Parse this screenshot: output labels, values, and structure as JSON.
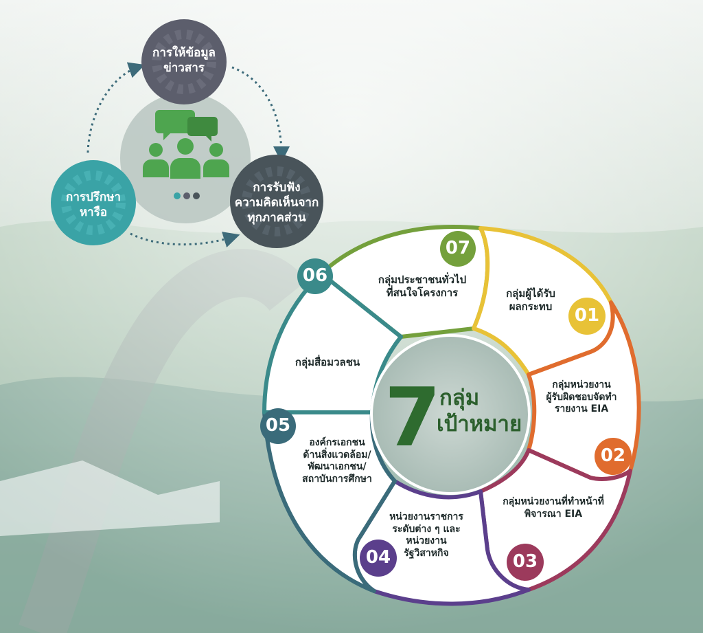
{
  "engagement_cycle": [
    {
      "id": "info",
      "label": "การให้ข้อมูล\nข่าวสาร",
      "color": "#5c5e6c"
    },
    {
      "id": "listen",
      "label": "การรับฟัง\nความคิดเห็นจาก\nทุกภาคส่วน",
      "color": "#49545a"
    },
    {
      "id": "consult",
      "label": "การปรึกษา\nหารือ",
      "color": "#3aa3a6"
    }
  ],
  "center": {
    "number": "7",
    "line1": "กลุ่ม",
    "line2": "เป้าหมาย"
  },
  "groups": [
    {
      "num": "01",
      "label": "กลุ่มผู้ได้รับ\nผลกระทบ",
      "color": "#e8c237"
    },
    {
      "num": "02",
      "label": "กลุ่มหน่วยงาน\nผู้รับผิดชอบจัดทำ\nรายงาน EIA",
      "color": "#e06c2e"
    },
    {
      "num": "03",
      "label": "กลุ่มหน่วยงานที่ทำหน้าที่\nพิจารณา EIA",
      "color": "#9c3a5c"
    },
    {
      "num": "04",
      "label": "หน่วยงานราชการ\nระดับต่าง ๆ และ\nหน่วยงาน\nรัฐวิสาหกิจ",
      "color": "#5b3f8c"
    },
    {
      "num": "05",
      "label": "องค์กรเอกชน\nด้านสิ่งแวดล้อม/\nพัฒนาเอกชน/\nสถาบันการศึกษา",
      "color": "#3a6b7a"
    },
    {
      "num": "06",
      "label": "กลุ่มสื่อมวลชน",
      "color": "#3a8a8a"
    },
    {
      "num": "07",
      "label": "กลุ่มประชาชนทั่วไป\nที่สนใจโครงการ",
      "color": "#74a03c"
    }
  ]
}
